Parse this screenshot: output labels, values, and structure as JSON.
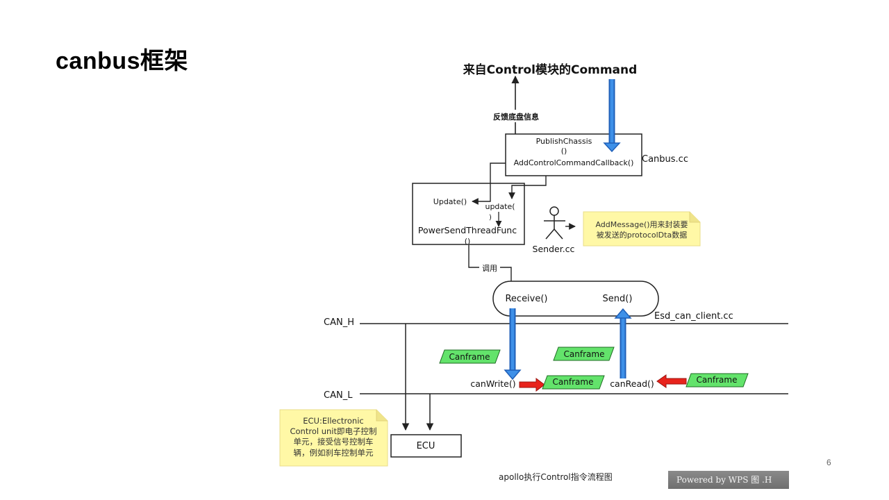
{
  "slide": {
    "title": "canbus框架",
    "page_number": "6",
    "caption": "apollo执行Control指令流程图",
    "powered_by": "Powered by WPS 图 .H"
  },
  "diagram": {
    "command_source": "来自Control模块的Command",
    "feedback_label": "反馈底盘信息",
    "call_label": "调用",
    "canbus_box": {
      "line1": "PublishChassis",
      "line2": "()",
      "line3": "AddControlCommandCallback()",
      "file": "Canbus.cc"
    },
    "thread_box": {
      "update_upper": "Update()",
      "update_lower": "update(",
      "paren": ")",
      "func": "PowerSendThreadFunc",
      "func_paren": "()"
    },
    "sender": {
      "file": "Sender.cc",
      "note_line1": "AddMessage()用来封装要",
      "note_line2": "被发送的protocolDta数据"
    },
    "client": {
      "receive": "Receive()",
      "send": "Send()",
      "file": "Esd_can_client.cc"
    },
    "bus": {
      "high": "CAN_H",
      "low": "CAN_L"
    },
    "can_write": "canWrite()",
    "can_read": "canRead()",
    "frames": {
      "f1": "Canframe",
      "f2": "Canframe",
      "f3": "Canframe",
      "f4": "Canframe"
    },
    "ecu": {
      "label": "ECU",
      "note_line1": "ECU:Ellectronic",
      "note_line2": "Control  unit即电子控制",
      "note_line3": "单元，接受信号控制车",
      "note_line4": "辆，例如刹车控制单元"
    }
  }
}
